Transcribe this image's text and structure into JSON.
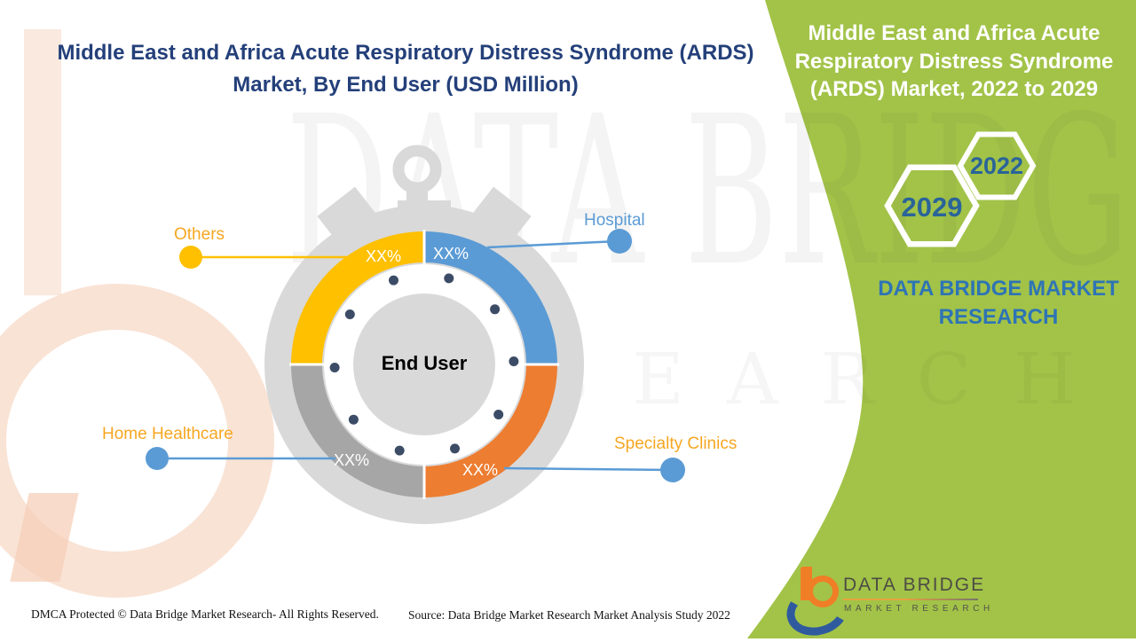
{
  "main_title": {
    "lines": [
      "Middle East and Africa Acute Respiratory Distress Syndrome (ARDS)",
      "Market, By End User (USD Million)"
    ]
  },
  "chart_data": {
    "type": "pie",
    "style": "stopwatch-donut",
    "title": "Middle East and Africa Acute Respiratory Distress Syndrome (ARDS) Market, By End User (USD Million)",
    "center_label": "End User",
    "units": "USD Million",
    "legend_position": "callouts",
    "segments": [
      {
        "label": "Hospital",
        "value_label": "XX%",
        "color": "#5B9BD5",
        "position": "top-right"
      },
      {
        "label": "Specialty Clinics",
        "value_label": "XX%",
        "color": "#ED7D31",
        "position": "bottom-right"
      },
      {
        "label": "Home Healthcare",
        "value_label": "XX%",
        "color": "#A6A6A6",
        "position": "bottom-left"
      },
      {
        "label": "Others",
        "value_label": "XX%",
        "color": "#FFC000",
        "position": "top-left"
      }
    ]
  },
  "side_panel": {
    "background": "#A2C348",
    "title_lines": [
      "Middle East and Africa Acute",
      "Respiratory Distress Syndrome",
      "(ARDS) Market, 2022 to 2029"
    ],
    "year_start": "2022",
    "year_end": "2029",
    "brand_lines": [
      "DATA BRIDGE MARKET",
      "RESEARCH"
    ]
  },
  "watermark": {
    "primary": "DATA BRIDGE",
    "secondary": "RESEARCH"
  },
  "footer": {
    "dmca": "DMCA Protected © Data Bridge Market Research- All Rights Reserved.",
    "source": "Source: Data Bridge Market Research Market Analysis Study 2022",
    "logo": {
      "name": "DATA BRIDGE",
      "tagline": "MARKET RESEARCH"
    }
  },
  "colors": {
    "title_navy": "#24407A",
    "body_gray": "#D9D9D9",
    "dot_navy": "#3C4C66",
    "white": "#FFFFFF",
    "label_orange": "#F6A722",
    "brand_blue": "#2E74B5",
    "year_blue": "#2A6499",
    "leader_blue": "#5B9BD5",
    "leader_yellow": "#FFC000"
  }
}
